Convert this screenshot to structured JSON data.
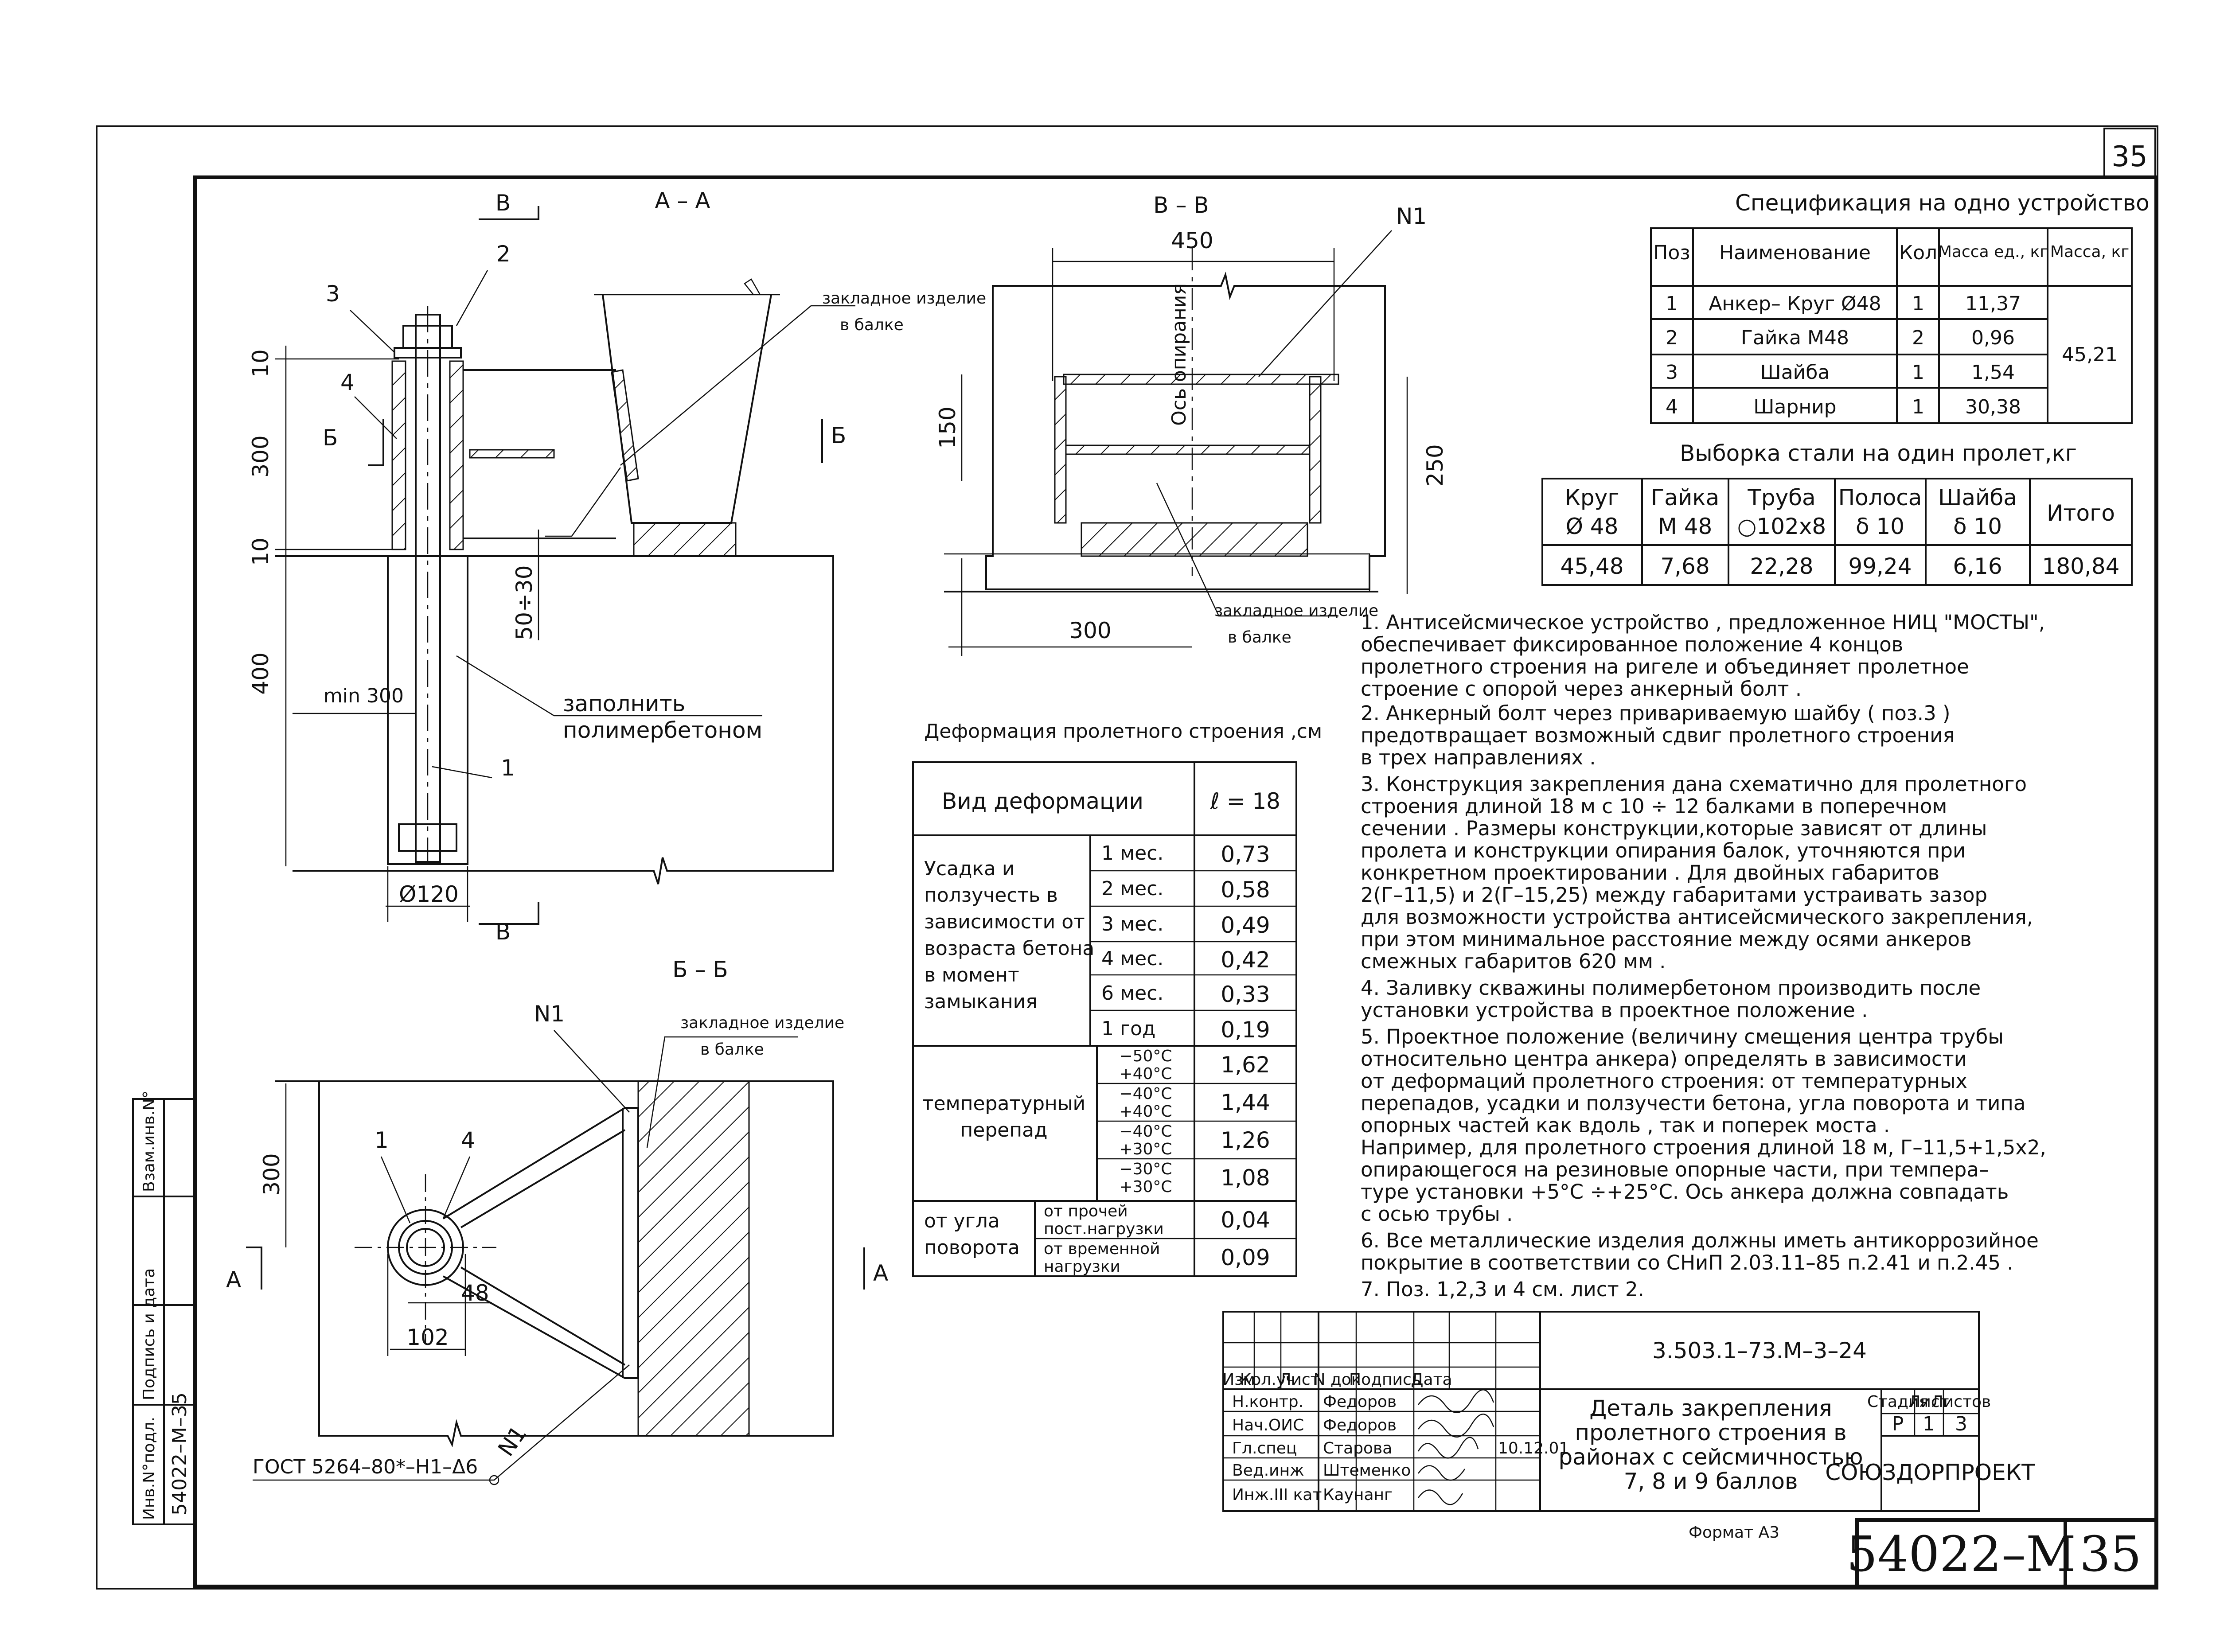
{
  "sheet_corner": "35",
  "section_aa": "А – А",
  "section_vv": "В – В",
  "section_bb": "Б – Б",
  "cut_b": "Б",
  "cut_v": "В",
  "cut_a": "А",
  "marks": {
    "m1": "1",
    "m2": "2",
    "m3": "3",
    "m4": "4",
    "n1": "N1"
  },
  "embedded_1": "закладное изделие",
  "embedded_2": "в балке",
  "dims_aa": {
    "d10a": "10",
    "d300": "300",
    "d10b": "10",
    "d400": "400",
    "dmin300": "min 300",
    "d50_30": "50÷30",
    "d120": "Ø120"
  },
  "fill_label_1": "заполнить",
  "fill_label_2": "полимербетоном",
  "dims_vv": {
    "d450": "450",
    "d150": "150",
    "d250": "250",
    "d300": "300",
    "axis": "Ось опирания"
  },
  "dims_bb": {
    "d300": "300",
    "d48": "48",
    "d102": "102"
  },
  "gost_label": "ГОСТ 5264–80*–Н1–Δ6",
  "spec_title": "Спецификация на одно устройство",
  "spec_headers": [
    "Поз",
    "Наименование",
    "Кол",
    "Масса ед., кг",
    "Масса, кг"
  ],
  "spec_rows": [
    [
      "1",
      "Анкер– Круг Ø48",
      "1",
      "11,37"
    ],
    [
      "2",
      "Гайка М48",
      "2",
      "0,96"
    ],
    [
      "3",
      "Шайба",
      "1",
      "1,54"
    ],
    [
      "4",
      "Шарнир",
      "1",
      "30,38"
    ]
  ],
  "spec_total": "45,21",
  "steel_title": "Выборка стали на один пролет,кг",
  "steel_headers": [
    [
      "Круг",
      "Ø 48"
    ],
    [
      "Гайка",
      "М 48"
    ],
    [
      "Труба",
      "○102х8"
    ],
    [
      "Полоса",
      "δ 10"
    ],
    [
      "Шайба",
      "δ 10"
    ],
    [
      "Итого",
      ""
    ]
  ],
  "steel_values": [
    "45,48",
    "7,68",
    "22,28",
    "99,24",
    "6,16",
    "180,84"
  ],
  "deform_title": "Деформация пролетного строения ,см",
  "deform_head": [
    "Вид деформации",
    "ℓ = 18"
  ],
  "deform_group1": [
    "Усадка и",
    "ползучесть в",
    "зависимости от",
    "возраста бетона",
    "в момент",
    "замыкания"
  ],
  "deform_rows1": [
    [
      "1 мес.",
      "0,73"
    ],
    [
      "2 мес.",
      "0,58"
    ],
    [
      "3 мес.",
      "0,49"
    ],
    [
      "4 мес.",
      "0,42"
    ],
    [
      "6 мес.",
      "0,33"
    ],
    [
      "1 год",
      "0,19"
    ]
  ],
  "deform_group2": [
    "температурный",
    "перепад"
  ],
  "deform_rows2": [
    [
      "−50°С",
      "+40°С",
      "1,62"
    ],
    [
      "−40°С",
      "+40°С",
      "1,44"
    ],
    [
      "−40°С",
      "+30°С",
      "1,26"
    ],
    [
      "−30°С",
      "+30°С",
      "1,08"
    ]
  ],
  "deform_group3": [
    "от угла",
    "поворота"
  ],
  "deform_rows3": [
    [
      "от прочей",
      "пост.нагрузки",
      "0,04"
    ],
    [
      "от временной",
      "нагрузки",
      "0,09"
    ]
  ],
  "notes": [
    "1. Антисейсмическое устройство , предложенное НИЦ \"МОСТЫ\",",
    "обеспечивает фиксированное положение 4 концов",
    "пролетного строения на ригеле и объединяет пролетное",
    "строение с опорой через анкерный болт .",
    "2. Анкерный болт через привариваемую шайбу ( поз.3 )",
    "предотвращает возможный сдвиг пролетного строения",
    "в трех направлениях .",
    "3. Конструкция закрепления дана схематично для пролетного",
    "строения длиной 18 м с 10 ÷ 12 балками в поперечном",
    "сечении . Размеры конструкции,которые зависят от длины",
    "пролета и конструкции опирания балок, уточняются при",
    "конкретном проектировании . Для двойных габаритов",
    "2(Г–11,5) и 2(Г–15,25) между габаритами устраивать зазор",
    "для возможности устройства антисейсмического закрепления,",
    "при этом минимальное расстояние между осями анкеров",
    "смежных габаритов 620 мм .",
    "4. Заливку скважины полимербетоном производить после",
    "установки устройства в проектное положение .",
    "5. Проектное положение (величину смещения центра трубы",
    "относительно центра анкера) определять в зависимости",
    "от деформаций пролетного строения: от температурных",
    "перепадов, усадки и ползучести бетона, угла поворота и типа",
    "опорных частей как вдоль , так и поперек моста .",
    "Например, для пролетного строения длиной 18 м, Г–11,5+1,5х2,",
    "опирающегося на резиновые опорные части, при темпера–",
    "туре установки +5°С ÷+25°С. Ось анкера должна совпадать",
    "с осью трубы .",
    "6. Все металлические изделия должны иметь антикоррозийное",
    "покрытие в соответствии со СНиП 2.03.11–85 п.2.41 и п.2.45 .",
    "7. Поз. 1,2,3 и 4 см. лист 2."
  ],
  "side_stamp": [
    "Инв.N°подл.",
    "Подпись и дата",
    "Взам.инв.N°"
  ],
  "side_number": "54022–М–35",
  "tb_code": "3.503.1–73.М–3–24",
  "tb_head": [
    "Изм",
    "Кол.уч",
    "Лист",
    "N док",
    "Подпись",
    "Дата"
  ],
  "tb_people": [
    [
      "Н.контр.",
      "Федоров",
      ""
    ],
    [
      "Нач.ОИС",
      "Федоров",
      ""
    ],
    [
      "Гл.спец",
      "Старова",
      "10.12.01"
    ],
    [
      "Вед.инж",
      "Штеменко",
      ""
    ],
    [
      "Инж.III кат",
      "Каунанг",
      ""
    ]
  ],
  "tb_title": [
    "Деталь закрепления",
    "пролетного строения в",
    "районах с сейсмичностью",
    "7, 8 и 9 баллов"
  ],
  "tb_stage_head": [
    "Стадия",
    "Лист",
    "Листов"
  ],
  "tb_stage_vals": [
    "Р",
    "1",
    "3"
  ],
  "tb_org": "СОЮЗДОРПРОЕКТ",
  "format_label": "Формат А3",
  "doc_number": "54022–М",
  "sheet_number": "35"
}
